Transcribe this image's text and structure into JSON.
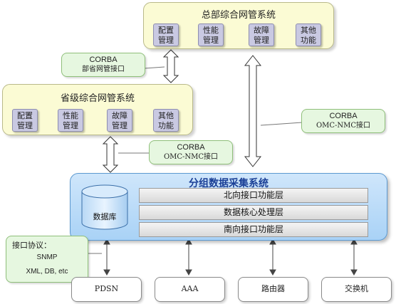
{
  "hq": {
    "title": "总部综合网管系统",
    "modules": [
      {
        "l1": "配置",
        "l2": "管理"
      },
      {
        "l1": "性能",
        "l2": "管理"
      },
      {
        "l1": "故障",
        "l2": "管理"
      },
      {
        "l1": "其他",
        "l2": "功能"
      }
    ]
  },
  "prov": {
    "title": "省级综合网管系统",
    "modules": [
      {
        "l1": "配置",
        "l2": "管理"
      },
      {
        "l1": "性能",
        "l2": "管理"
      },
      {
        "l1": "故障",
        "l2": "管理"
      },
      {
        "l1": "其他",
        "l2": "功能"
      }
    ]
  },
  "callouts": {
    "hq_prov": {
      "line1": "CORBA",
      "line2": "部省网管接口"
    },
    "prov_collect": {
      "line1": "CORBA",
      "line2": "OMC-NMC接口"
    },
    "hq_collect": {
      "line1": "CORBA",
      "line2": "OMC-NMC接口"
    }
  },
  "collect": {
    "title": "分组数据采集系统",
    "database": "数据库",
    "layers": [
      "北向接口功能层",
      "数据核心处理层",
      "南向接口功能层"
    ]
  },
  "protocol": {
    "title": "接口协议：",
    "items": [
      "SNMP",
      "XML, DB, etc"
    ]
  },
  "devices": [
    "PDSN",
    "AAA",
    "路由器",
    "交换机"
  ]
}
